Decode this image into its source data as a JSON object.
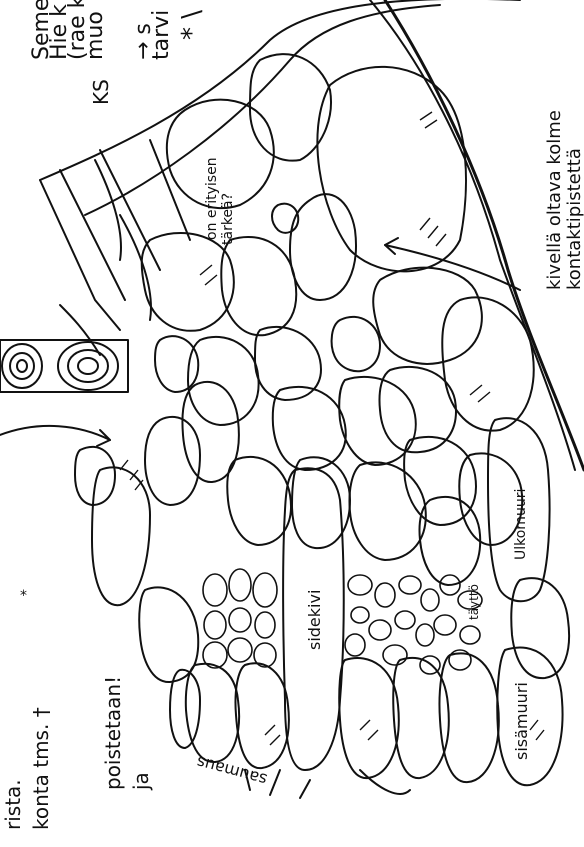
{
  "labels": {
    "ks": "KS",
    "seme_line1": "Seme",
    "seme_line2": "Hie k",
    "seme_line3": "(rae k",
    "seme_line4": "muo",
    "tarvi_line1": "→ s",
    "tarvi_line2": "tarvi",
    "star": "* \\",
    "erityisen_line1": "on erityisen",
    "erityisen_line2": "tärkeä?",
    "kivella_line1": "kivellä oltava kolme",
    "kivella_line2": "kontaktipistettä",
    "ulkomuuri": "Ulkomuuri",
    "sidekivi": "sidekivi",
    "taytto": "täyttö",
    "sisamuuri": "sisämuuri",
    "saumaus": "saumaus",
    "left_1": "rista.",
    "left_2": "konta tms. †",
    "left_3": "poistetaan!",
    "left_4": "ja",
    "star_small": "*"
  }
}
